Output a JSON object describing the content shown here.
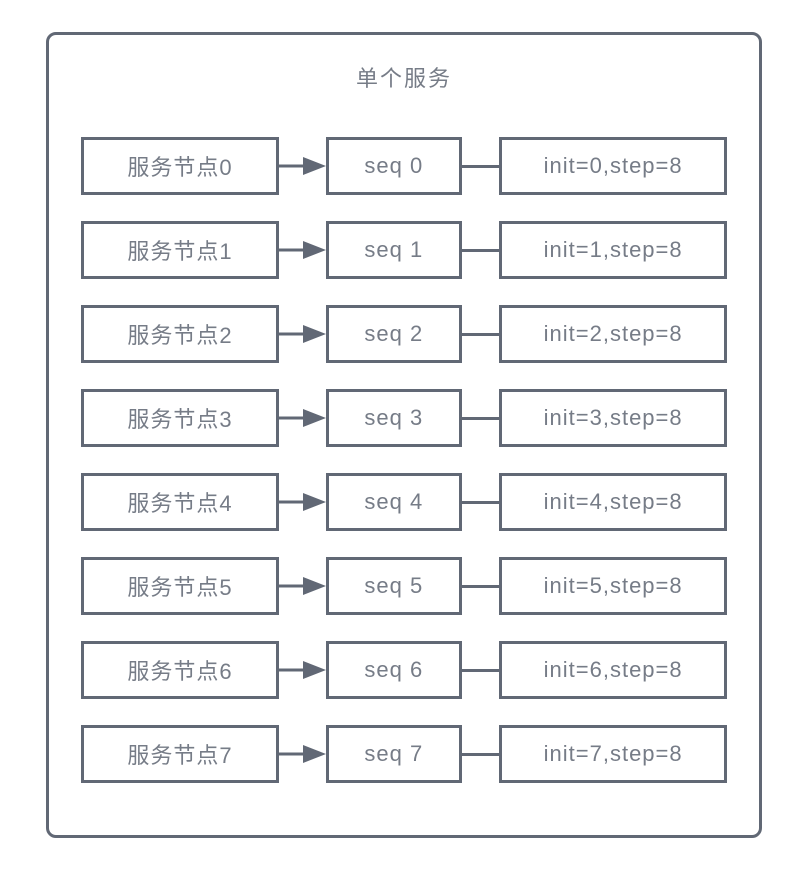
{
  "title": "单个服务",
  "rows": [
    {
      "node": "服务节点0",
      "seq": "seq 0",
      "init": "init=0,step=8"
    },
    {
      "node": "服务节点1",
      "seq": "seq 1",
      "init": "init=1,step=8"
    },
    {
      "node": "服务节点2",
      "seq": "seq 2",
      "init": "init=2,step=8"
    },
    {
      "node": "服务节点3",
      "seq": "seq 3",
      "init": "init=3,step=8"
    },
    {
      "node": "服务节点4",
      "seq": "seq 4",
      "init": "init=4,step=8"
    },
    {
      "node": "服务节点5",
      "seq": "seq 5",
      "init": "init=5,step=8"
    },
    {
      "node": "服务节点6",
      "seq": "seq 6",
      "init": "init=6,step=8"
    },
    {
      "node": "服务节点7",
      "seq": "seq 7",
      "init": "init=7,step=8"
    }
  ],
  "colors": {
    "border": "#616875",
    "text": "#767c87",
    "bg": "#ffffff"
  }
}
